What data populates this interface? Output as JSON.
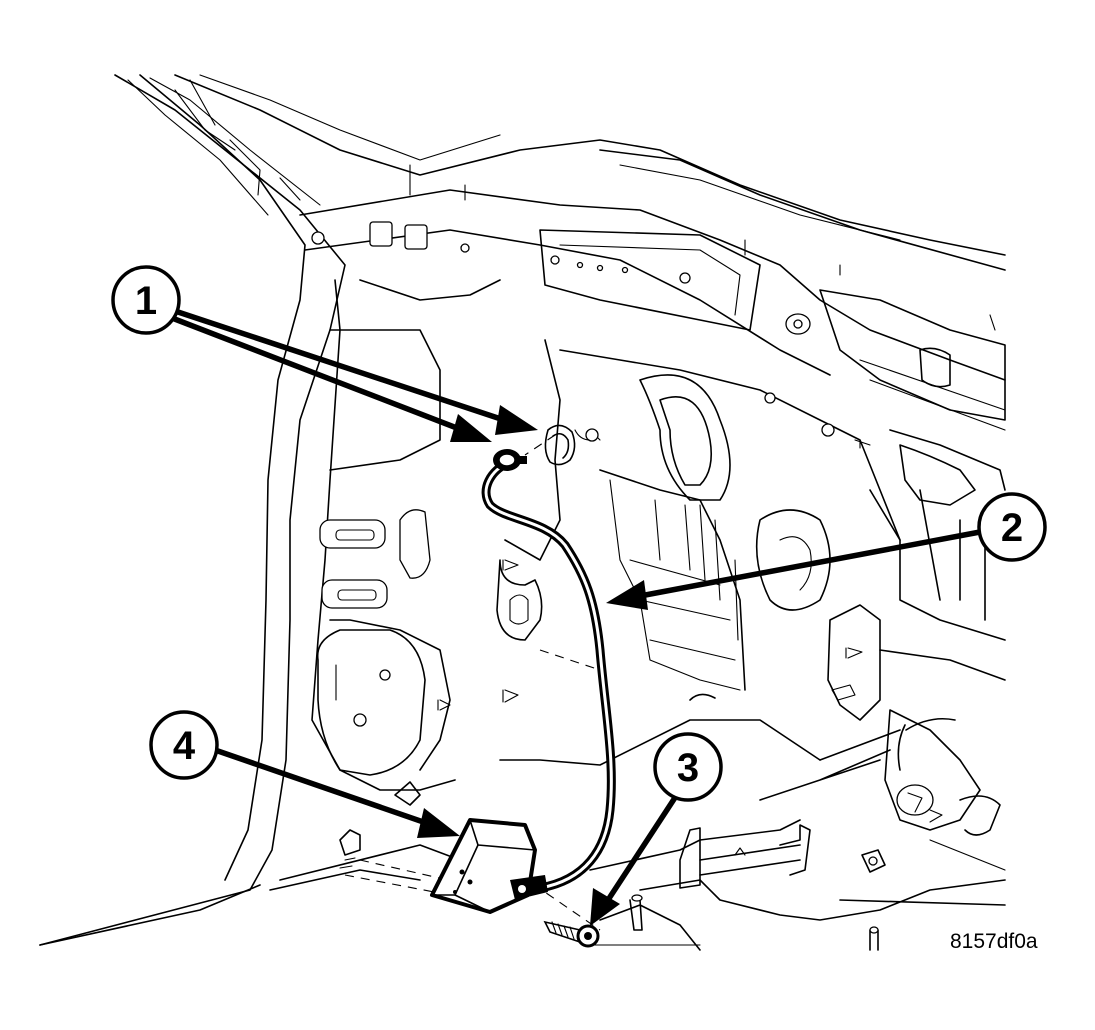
{
  "callouts": [
    {
      "label": "1"
    },
    {
      "label": "2"
    },
    {
      "label": "3"
    },
    {
      "label": "4"
    }
  ],
  "figure_id": "8157df0a"
}
